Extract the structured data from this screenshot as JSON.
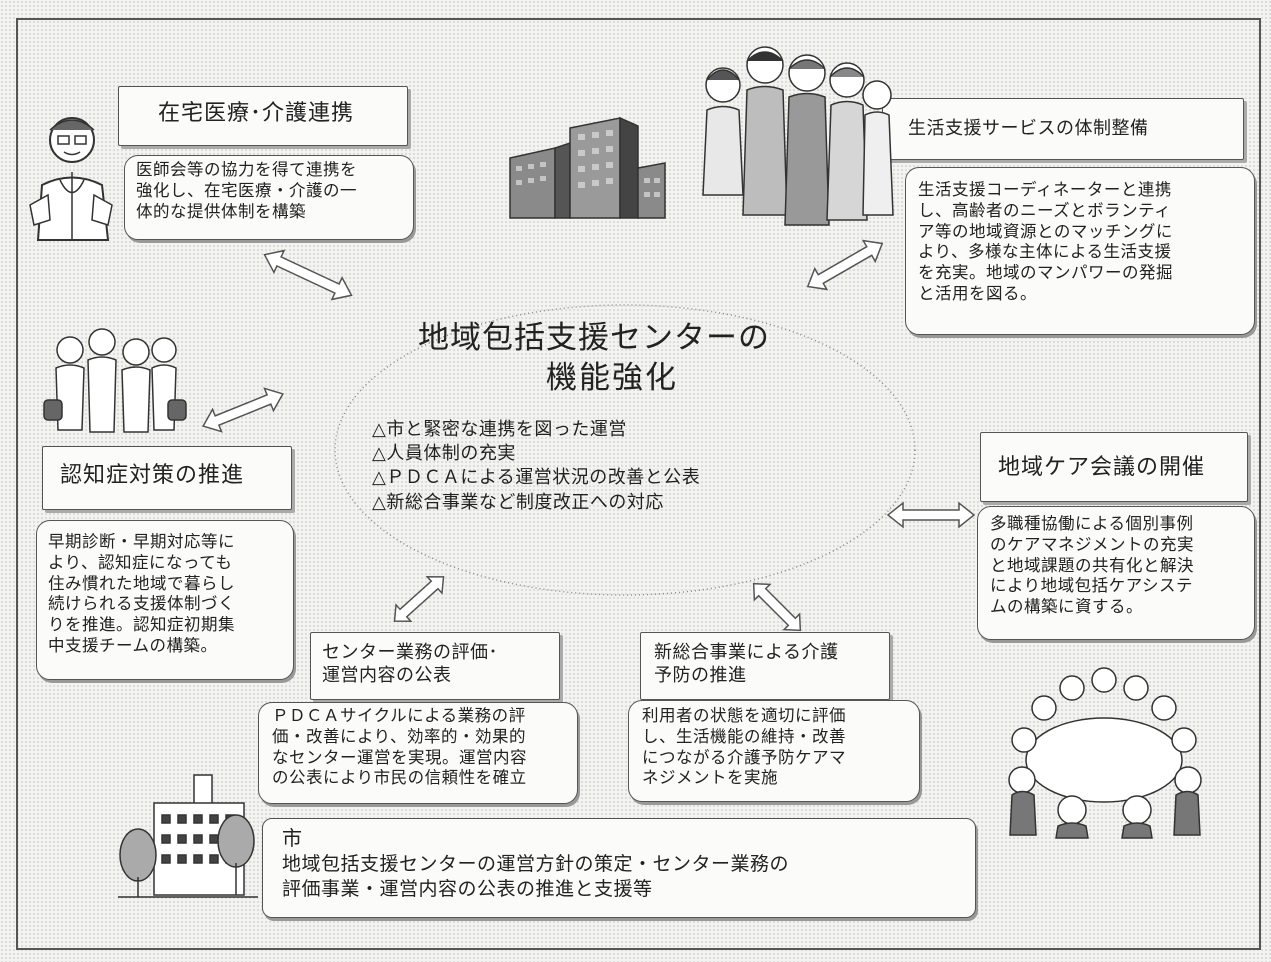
{
  "center": {
    "title_line1": "地域包括支援センターの",
    "title_line2": "機能強化",
    "bullets": [
      "△市と緊密な連携を図った運営",
      "△人員体制の充実",
      "△ＰＤＣＡによる運営状況の改善と公表",
      "△新総合事業など制度改正への対応"
    ]
  },
  "topics": {
    "home_care": {
      "title": "在宅医療･介護連携",
      "desc": "医師会等の協力を得て連携を\n強化し、在宅医療・介護の一\n体的な提供体制を構築"
    },
    "life_support": {
      "title": "生活支援サービスの体制整備",
      "desc": "生活支援コーディネーターと連携\nし、高齢者のニーズとボランティ\nア等の地域資源とのマッチングに\nより、多様な主体による生活支援\nを充実。地域のマンパワーの発掘\nと活用を図る。"
    },
    "dementia": {
      "title": "認知症対策の推進",
      "desc": "早期診断・早期対応等に\nより、認知症になっても\n住み慣れた地域で暮らし\n続けられる支援体制づく\nりを推進。認知症初期集\n中支援チームの構築。"
    },
    "care_meeting": {
      "title": "地域ケア会議の開催",
      "desc": "多職種協働による個別事例\nのケアマネジメントの充実\nと地域課題の共有化と解決\nにより地域包括ケアシステ\nムの構築に資する。"
    },
    "evaluation": {
      "title": "センター業務の評価･\n運営内容の公表",
      "desc": "ＰＤＣＡサイクルによる業務の評\n価・改善により、効率的・効果的\nなセンター運営を実現。運営内容\nの公表により市民の信頼性を確立"
    },
    "prevention": {
      "title": "新総合事業による介護\n予防の推進",
      "desc": "利用者の状態を適切に評価\nし、生活機能の維持・改善\nにつながる介護予防ケアマ\nネジメントを実施"
    }
  },
  "city": {
    "title": "市",
    "desc": "地域包括支援センターの運営方針の策定・センター業務の\n評価事業・運営内容の公表の推進と支援等"
  }
}
